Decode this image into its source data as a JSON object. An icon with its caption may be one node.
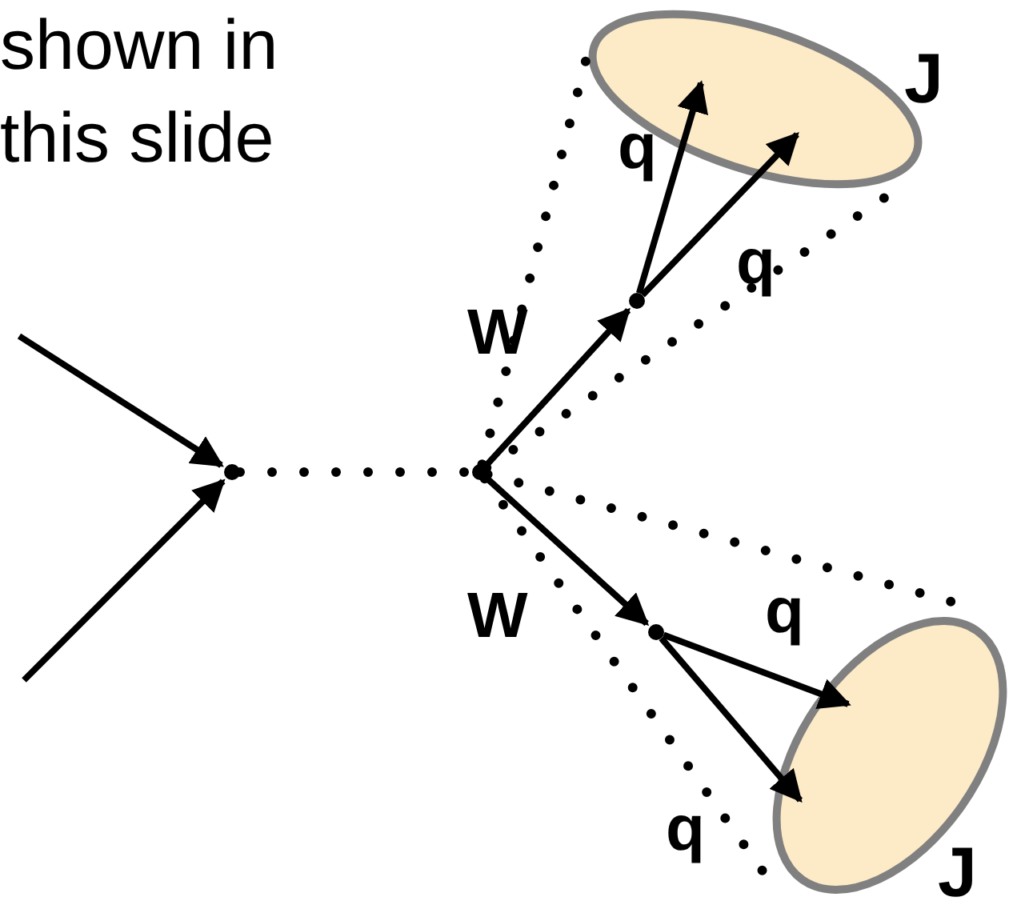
{
  "diagram": {
    "nodes": [
      {
        "text": [
          "J"
        ]
      },
      {
        "text": [
          "J"
        ]
      },
      {
        "text": [],
        "shape": "point"
      },
      {
        "text": [],
        "shape": "point"
      },
      {
        "text": [],
        "shape": "point"
      },
      {
        "text": [],
        "shape": "point"
      }
    ],
    "edges": [
      {
        "from": null,
        "to": 2,
        "arrow": "to"
      },
      {
        "from": null,
        "to": 2,
        "arrow": "to"
      },
      {
        "from": 2,
        "to": 3,
        "arrow": "none",
        "style": "dashed"
      },
      {
        "from": 3,
        "to": 4,
        "arrow": "to",
        "label": "W"
      },
      {
        "from": 3,
        "to": 5,
        "arrow": "to",
        "label": "W"
      },
      {
        "from": 4,
        "to": 0,
        "arrow": "to",
        "label": "q"
      },
      {
        "from": 4,
        "to": 0,
        "arrow": "to",
        "label": "q"
      },
      {
        "from": 5,
        "to": 1,
        "arrow": "to",
        "label": "q"
      },
      {
        "from": 5,
        "to": 1,
        "arrow": "to",
        "label": "q"
      },
      {
        "from": 3,
        "to": 0,
        "arrow": "none",
        "style": "dashed"
      },
      {
        "from": 3,
        "to": 0,
        "arrow": "none",
        "style": "dashed"
      },
      {
        "from": 3,
        "to": 1,
        "arrow": "none",
        "style": "dashed"
      },
      {
        "from": 3,
        "to": 1,
        "arrow": "none",
        "style": "dashed"
      }
    ],
    "labels": [
      "shown in this slide"
    ]
  }
}
